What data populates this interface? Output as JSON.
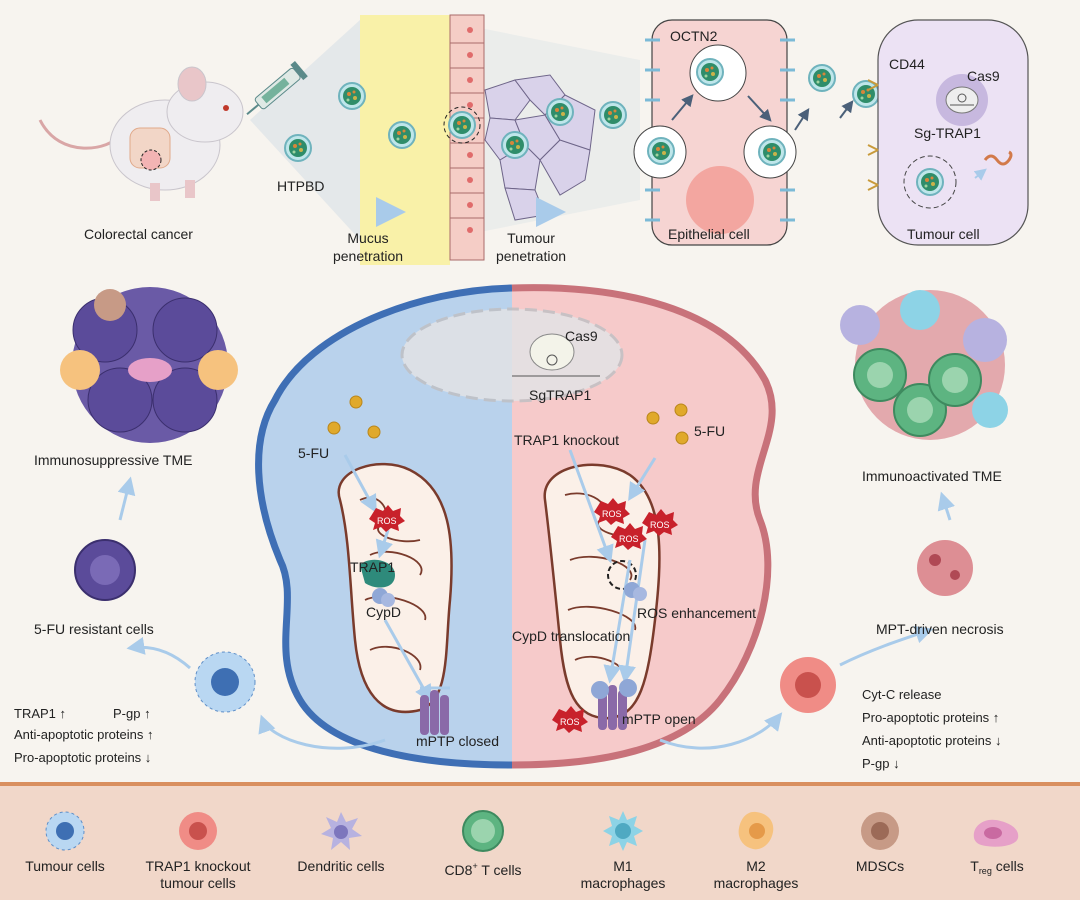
{
  "top": {
    "mouse_label": "Colorectal cancer",
    "particle_label": "HTPBD",
    "mucus_label_1": "Mucus",
    "mucus_label_2": "penetration",
    "tumour_pen_label_1": "Tumour",
    "tumour_pen_label_2": "penetration",
    "octn2_label": "OCTN2",
    "epithelial_label": "Epithelial cell",
    "cd44_label": "CD44",
    "cas9_label": "Cas9",
    "sgtrap1_label": "Sg-TRAP1",
    "tumour_cell_label": "Tumour cell"
  },
  "left": {
    "tme_label": "Immunosuppressive TME",
    "resistant_label": "5-FU resistant cells",
    "list": [
      "TRAP1 ↑",
      "P-gp ↑",
      "Anti-apoptotic proteins ↑",
      "Pro-apoptotic proteins ↓"
    ]
  },
  "center": {
    "fu_left": "5-FU",
    "fu_right": "5-FU",
    "cas9": "Cas9",
    "sgtrap1": "SgTRAP1",
    "trap1_knockout": "TRAP1 knockout",
    "ros": "ROS",
    "trap1": "TRAP1",
    "cypd": "CypD",
    "mptp_closed": "mPTP closed",
    "ros_enhancement": "ROS enhancement",
    "cypd_translocation": "CypD translocation",
    "mptp_open": "mPTP open"
  },
  "right": {
    "tme_label": "Immunoactivated TME",
    "necrosis_label": "MPT-driven necrosis",
    "list": [
      "Cyt-C release",
      "Pro-apoptotic proteins ↑",
      "Anti-apoptotic proteins ↓",
      "P-gp ↓"
    ]
  },
  "legend": {
    "items": [
      {
        "line1": "Tumour cells",
        "line2": "",
        "color": "#9cc6ea"
      },
      {
        "line1": "TRAP1 knockout",
        "line2": "tumour cells",
        "color": "#f08c86"
      },
      {
        "line1": "Dendritic cells",
        "line2": "",
        "color": "#b7b2e0"
      },
      {
        "line1": "CD8",
        "sup": "+",
        "line1b": " T cells",
        "line2": "",
        "color": "#5db481"
      },
      {
        "line1": "M1",
        "line2": "macrophages",
        "color": "#8dd3e6"
      },
      {
        "line1": "M2",
        "line2": "macrophages",
        "color": "#f6c27e"
      },
      {
        "line1": "MDSCs",
        "line2": "",
        "color": "#c79a86"
      },
      {
        "line1": "T",
        "sub": "reg",
        "line1b": " cells",
        "line2": "",
        "color": "#e6a0c8"
      }
    ]
  },
  "colors": {
    "left_cell": "#b9d2ec",
    "left_border": "#3f6fb5",
    "right_cell": "#f6caca",
    "right_border": "#c8727a",
    "ros": "#c8212b",
    "accent_arrow": "#a9cbea"
  }
}
